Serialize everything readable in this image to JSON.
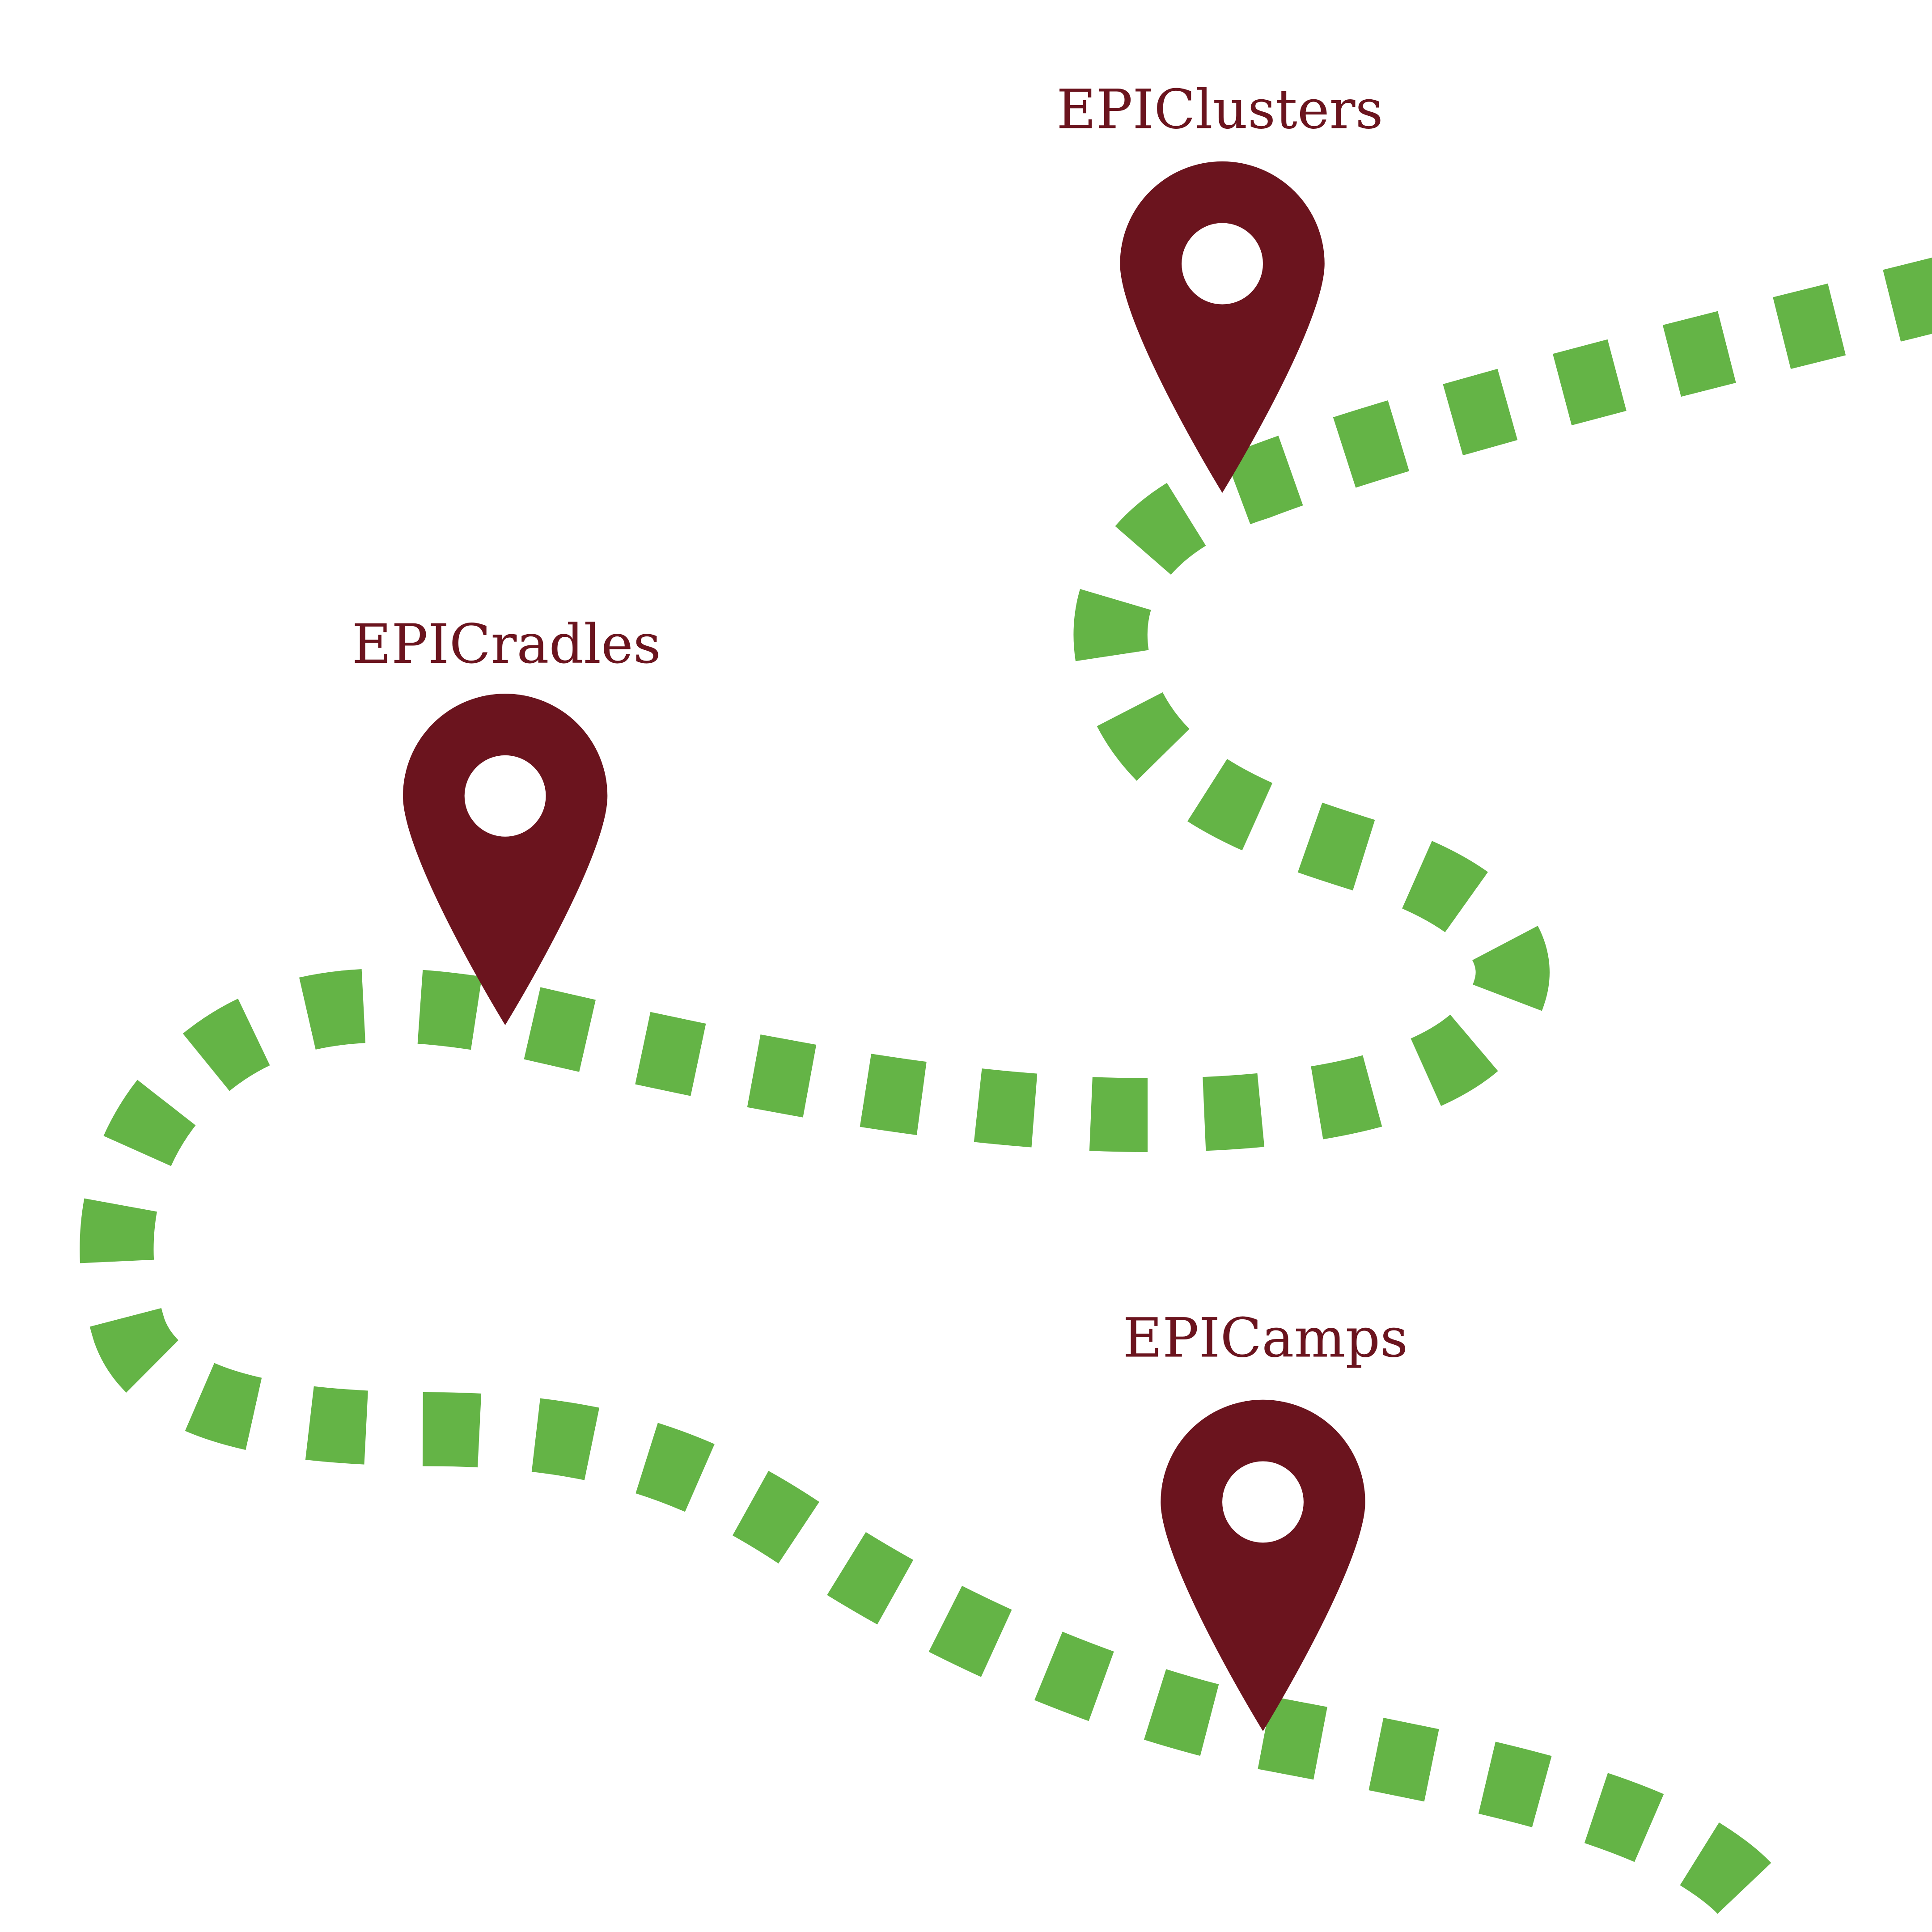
{
  "colors": {
    "path": "#64b446",
    "pin": "#6b141e",
    "label": "#6b141e",
    "background": "#ffffff"
  },
  "milestones": [
    {
      "label": "EPIClusters",
      "icon": "map-pin-icon"
    },
    {
      "label": "EPICradles",
      "icon": "map-pin-icon"
    },
    {
      "label": "EPICamps",
      "icon": "map-pin-icon"
    }
  ]
}
